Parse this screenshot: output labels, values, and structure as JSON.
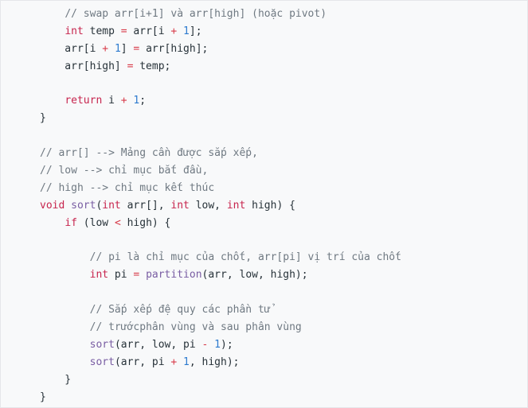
{
  "code": {
    "language": "cpp",
    "lines": [
      [
        {
          "t": "    "
        },
        {
          "t": "// swap arr[i+1] và arr[high] (hoặc pivot)",
          "k": "comment"
        }
      ],
      [
        {
          "t": "    "
        },
        {
          "t": "int",
          "k": "keyword"
        },
        {
          "t": " temp "
        },
        {
          "t": "=",
          "k": "operator"
        },
        {
          "t": " arr[i "
        },
        {
          "t": "+",
          "k": "operator"
        },
        {
          "t": " "
        },
        {
          "t": "1",
          "k": "number"
        },
        {
          "t": "];"
        }
      ],
      [
        {
          "t": "    arr[i "
        },
        {
          "t": "+",
          "k": "operator"
        },
        {
          "t": " "
        },
        {
          "t": "1",
          "k": "number"
        },
        {
          "t": "] "
        },
        {
          "t": "=",
          "k": "operator"
        },
        {
          "t": " arr[high];"
        }
      ],
      [
        {
          "t": "    arr[high] "
        },
        {
          "t": "=",
          "k": "operator"
        },
        {
          "t": " temp;"
        }
      ],
      [],
      [
        {
          "t": "    "
        },
        {
          "t": "return",
          "k": "keyword"
        },
        {
          "t": " i "
        },
        {
          "t": "+",
          "k": "operator"
        },
        {
          "t": " "
        },
        {
          "t": "1",
          "k": "number"
        },
        {
          "t": ";"
        }
      ],
      [
        {
          "t": "}"
        }
      ],
      [],
      [
        {
          "t": "// arr[] --> Mảng cần được sắp xếp,",
          "k": "comment"
        }
      ],
      [
        {
          "t": "// low --> chỉ mục bắt đầu,",
          "k": "comment"
        }
      ],
      [
        {
          "t": "// high --> chỉ mục kết thúc",
          "k": "comment"
        }
      ],
      [
        {
          "t": "void",
          "k": "keyword"
        },
        {
          "t": " "
        },
        {
          "t": "sort",
          "k": "function"
        },
        {
          "t": "("
        },
        {
          "t": "int",
          "k": "keyword"
        },
        {
          "t": " arr[], "
        },
        {
          "t": "int",
          "k": "keyword"
        },
        {
          "t": " low, "
        },
        {
          "t": "int",
          "k": "keyword"
        },
        {
          "t": " high) {"
        }
      ],
      [
        {
          "t": "    "
        },
        {
          "t": "if",
          "k": "keyword"
        },
        {
          "t": " (low "
        },
        {
          "t": "<",
          "k": "operator"
        },
        {
          "t": " high) {"
        }
      ],
      [],
      [
        {
          "t": "        "
        },
        {
          "t": "// pi là chỉ mục của chốt, arr[pi] vị trí của chốt",
          "k": "comment"
        }
      ],
      [
        {
          "t": "        "
        },
        {
          "t": "int",
          "k": "keyword"
        },
        {
          "t": " pi "
        },
        {
          "t": "=",
          "k": "operator"
        },
        {
          "t": " "
        },
        {
          "t": "partition",
          "k": "function"
        },
        {
          "t": "(arr, low, high);"
        }
      ],
      [],
      [
        {
          "t": "        "
        },
        {
          "t": "// Sắp xếp đệ quy các phần tử",
          "k": "comment"
        }
      ],
      [
        {
          "t": "        "
        },
        {
          "t": "// trướcphân vùng và sau phân vùng",
          "k": "comment"
        }
      ],
      [
        {
          "t": "        "
        },
        {
          "t": "sort",
          "k": "function"
        },
        {
          "t": "(arr, low, pi "
        },
        {
          "t": "-",
          "k": "operator"
        },
        {
          "t": " "
        },
        {
          "t": "1",
          "k": "number"
        },
        {
          "t": ");"
        }
      ],
      [
        {
          "t": "        "
        },
        {
          "t": "sort",
          "k": "function"
        },
        {
          "t": "(arr, pi "
        },
        {
          "t": "+",
          "k": "operator"
        },
        {
          "t": " "
        },
        {
          "t": "1",
          "k": "number"
        },
        {
          "t": ", high);"
        }
      ],
      [
        {
          "t": "    }"
        }
      ],
      [
        {
          "t": "}"
        }
      ]
    ]
  },
  "colors": {
    "background": "#f8f9fa",
    "text": "#273239",
    "comment": "#6f7982",
    "keyword": "#c7254e",
    "function": "#795da3",
    "number": "#2e7bcf",
    "operator": "#d73a49"
  }
}
